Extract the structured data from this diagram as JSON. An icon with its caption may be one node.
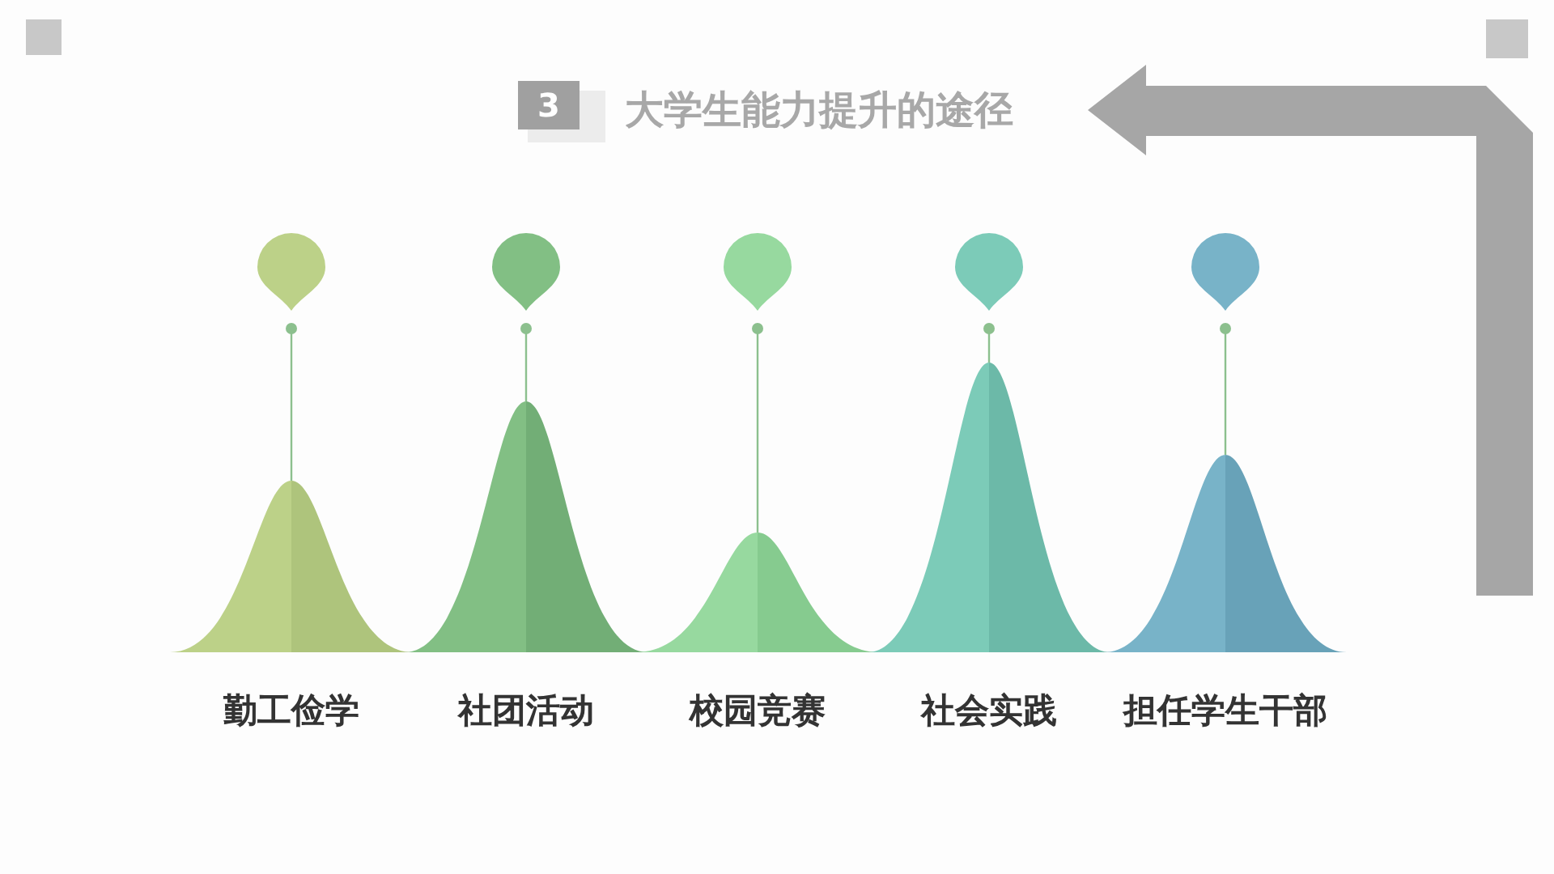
{
  "diagram": {
    "title": "大学生能力提升的途径",
    "nodes": [
      {
        "text": [],
        "shape": "pin"
      },
      {
        "text": [
          "勤工俭学"
        ]
      },
      {
        "text": [],
        "shape": "pin"
      },
      {
        "text": [
          "社团活动"
        ]
      },
      {
        "text": [],
        "shape": "pin"
      },
      {
        "text": [
          "校园竞赛"
        ]
      },
      {
        "text": [],
        "shape": "pin"
      },
      {
        "text": [
          "社会实践"
        ]
      },
      {
        "text": [],
        "shape": "pin"
      },
      {
        "text": [
          "担任学生干部"
        ]
      }
    ],
    "edges": [
      {
        "from": 0,
        "to": 1,
        "arrow": "other"
      },
      {
        "from": 2,
        "to": 3,
        "arrow": "other"
      },
      {
        "from": 4,
        "to": 5,
        "arrow": "other"
      },
      {
        "from": 6,
        "to": 7,
        "arrow": "other"
      },
      {
        "from": 8,
        "to": 9,
        "arrow": "other"
      }
    ],
    "labels": [
      "3"
    ]
  }
}
